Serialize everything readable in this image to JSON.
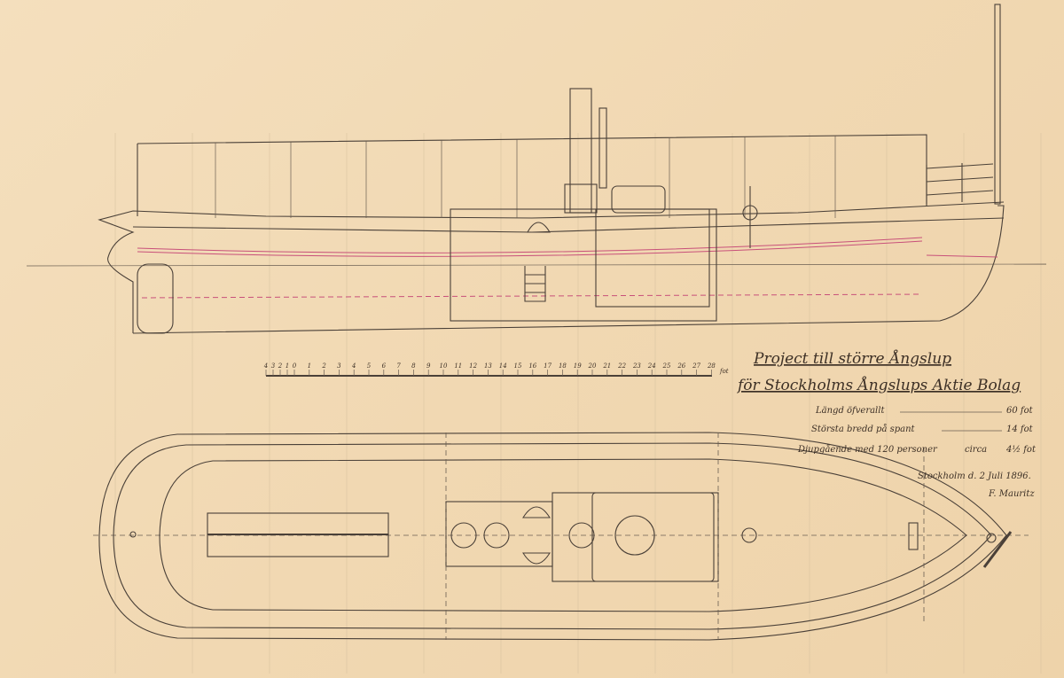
{
  "title": {
    "line1": "Project till större Ångslup",
    "line2": "för Stockholms Ångslups Aktie Bolag"
  },
  "specs": [
    {
      "label": "Längd öfverallt",
      "value": "60 fot"
    },
    {
      "label": "Största bredd på spant",
      "value": "14 fot"
    },
    {
      "label": "Djupgående med 120 personer",
      "mid": "circa",
      "value": "4½ fot"
    }
  ],
  "signature": {
    "place_date": "Stockholm d. 2 Juli 1896.",
    "name": "F. Mauritz"
  },
  "scale": {
    "unit": "fot",
    "labels": [
      "4",
      "3",
      "2",
      "1",
      "0",
      "1",
      "2",
      "3",
      "4",
      "5",
      "6",
      "7",
      "8",
      "9",
      "10",
      "11",
      "12",
      "13",
      "14",
      "15",
      "16",
      "17",
      "18",
      "19",
      "20",
      "21",
      "22",
      "23",
      "24",
      "25",
      "26",
      "27",
      "28"
    ]
  },
  "colors": {
    "paper": "#f2dbb8",
    "ink": "#4a4038",
    "red_line": "#c8507a"
  }
}
